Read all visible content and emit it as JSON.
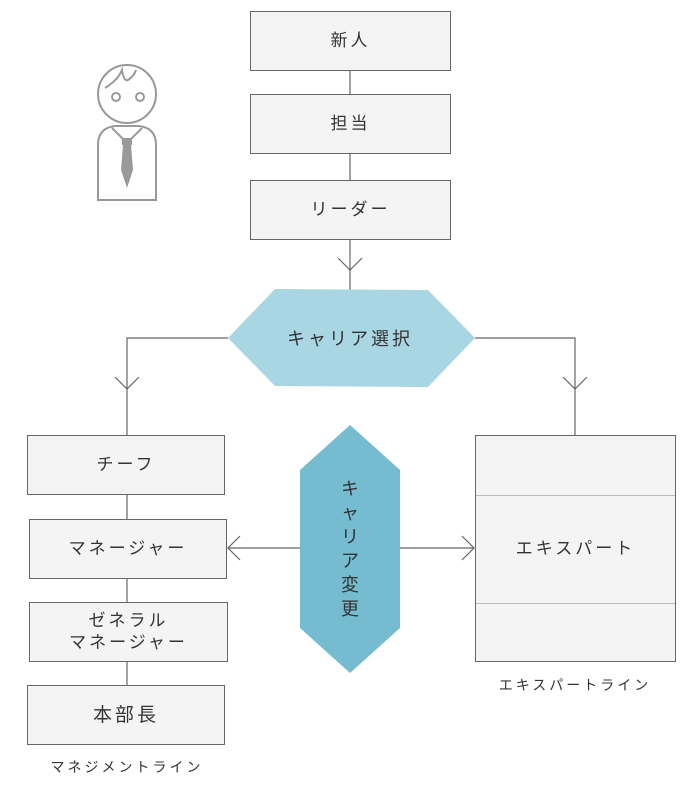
{
  "top": [
    "新人",
    "担当",
    "リーダー"
  ],
  "career_choice": "キャリア選択",
  "career_change": [
    "キ",
    "ャ",
    "リ",
    "ア",
    "変",
    "更"
  ],
  "management": [
    "チーフ",
    "マネージャー",
    "ゼネラル\nマネージャー",
    "本部長"
  ],
  "management_label": "マネジメントライン",
  "expert": "エキスパート",
  "expert_label": "エキスパートライン",
  "colors": {
    "hex_light": "#a8d6e2",
    "hex_dark": "#76bcd1",
    "box": "#f4f4f4"
  }
}
